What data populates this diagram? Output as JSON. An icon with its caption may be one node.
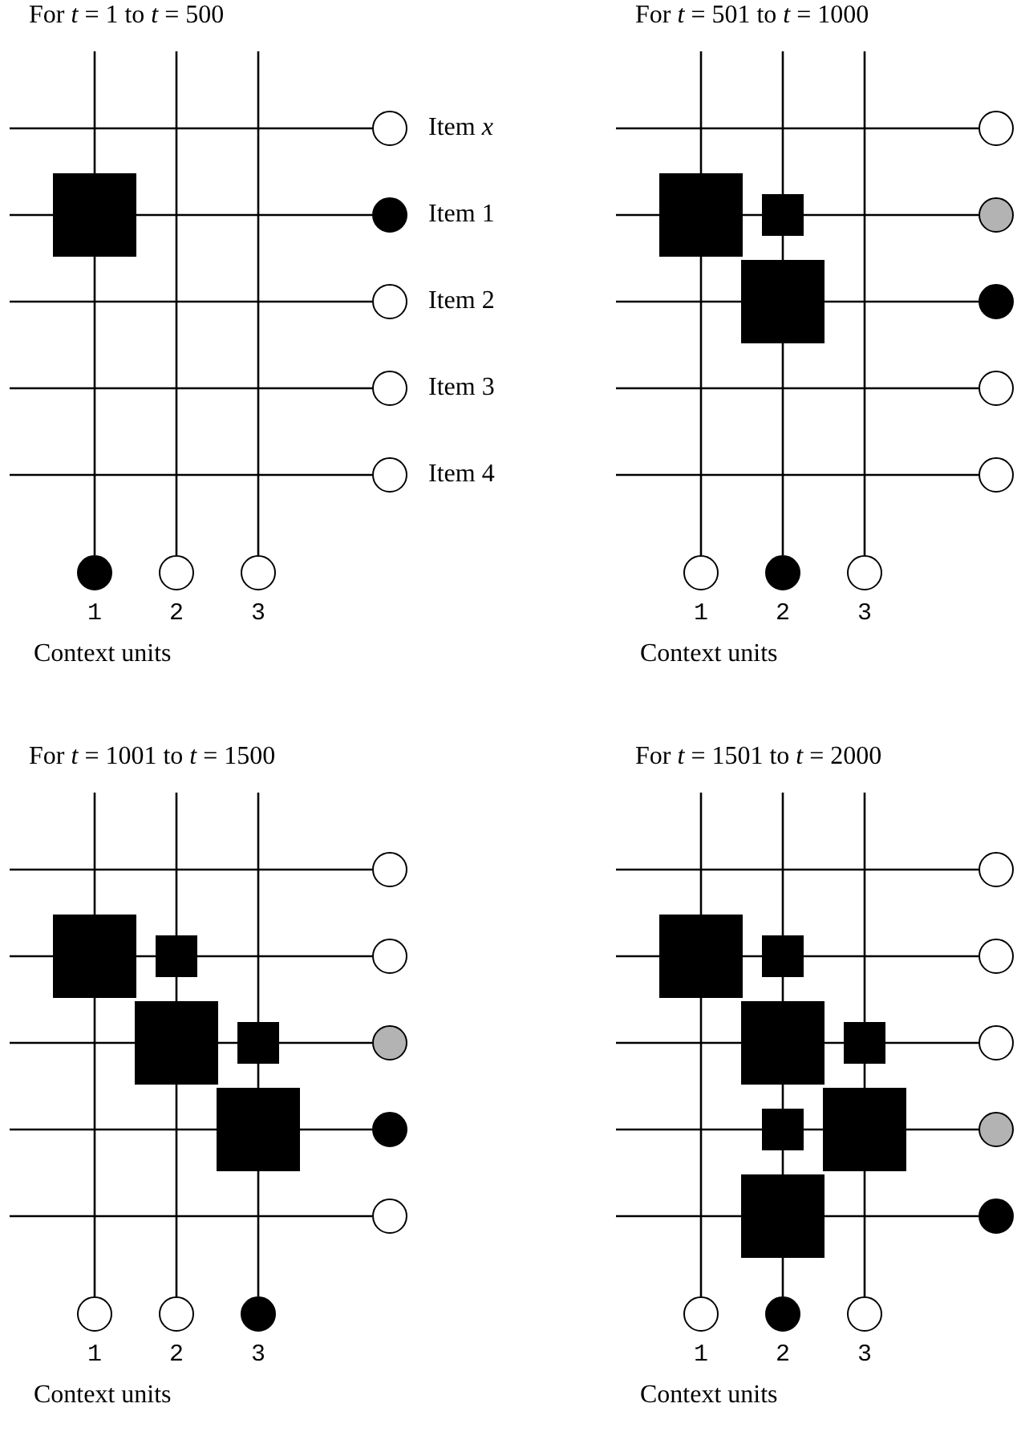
{
  "diagram": {
    "nodes": [
      {
        "text": [],
        "shape": "circle",
        "beside": [
          "Item *x*"
        ]
      },
      {
        "text": [],
        "shape": "circle",
        "beside": [
          "Item 1"
        ]
      },
      {
        "text": [],
        "shape": "circle",
        "beside": [
          "Item 2"
        ]
      },
      {
        "text": [],
        "shape": "circle",
        "beside": [
          "Item 3"
        ]
      },
      {
        "text": [],
        "shape": "circle",
        "beside": [
          "Item 4"
        ]
      },
      {
        "text": [],
        "shape": "circle",
        "beside": [
          "1"
        ]
      },
      {
        "text": [],
        "shape": "circle",
        "beside": [
          "2"
        ]
      },
      {
        "text": [],
        "shape": "circle",
        "beside": [
          "3"
        ]
      },
      {
        "text": [],
        "shape": "box"
      },
      {
        "text": [],
        "shape": "circle"
      },
      {
        "text": [],
        "shape": "circle"
      },
      {
        "text": [],
        "shape": "circle"
      },
      {
        "text": [],
        "shape": "circle"
      },
      {
        "text": [],
        "shape": "circle"
      },
      {
        "text": [],
        "shape": "circle",
        "beside": [
          "1"
        ]
      },
      {
        "text": [],
        "shape": "circle",
        "beside": [
          "2"
        ]
      },
      {
        "text": [],
        "shape": "circle",
        "beside": [
          "3"
        ]
      },
      {
        "text": [],
        "shape": "box"
      },
      {
        "text": [],
        "shape": "box"
      },
      {
        "text": [],
        "shape": "box"
      },
      {
        "text": [],
        "shape": "circle"
      },
      {
        "text": [],
        "shape": "circle"
      },
      {
        "text": [],
        "shape": "circle"
      },
      {
        "text": [],
        "shape": "circle"
      },
      {
        "text": [],
        "shape": "circle"
      },
      {
        "text": [],
        "shape": "circle",
        "beside": [
          "1"
        ]
      },
      {
        "text": [],
        "shape": "circle",
        "beside": [
          "2"
        ]
      },
      {
        "text": [],
        "shape": "circle",
        "beside": [
          "3"
        ]
      },
      {
        "text": [],
        "shape": "box"
      },
      {
        "text": [],
        "shape": "box"
      },
      {
        "text": [],
        "shape": "box"
      },
      {
        "text": [],
        "shape": "box"
      },
      {
        "text": [],
        "shape": "box"
      },
      {
        "text": [],
        "shape": "circle"
      },
      {
        "text": [],
        "shape": "circle"
      },
      {
        "text": [],
        "shape": "circle"
      },
      {
        "text": [],
        "shape": "circle"
      },
      {
        "text": [],
        "shape": "circle"
      },
      {
        "text": [],
        "shape": "circle",
        "beside": [
          "1"
        ]
      },
      {
        "text": [],
        "shape": "circle",
        "beside": [
          "2"
        ]
      },
      {
        "text": [],
        "shape": "circle",
        "beside": [
          "3"
        ]
      },
      {
        "text": [],
        "shape": "box"
      },
      {
        "text": [],
        "shape": "box"
      },
      {
        "text": [],
        "shape": "box"
      },
      {
        "text": [],
        "shape": "box"
      },
      {
        "text": [],
        "shape": "box"
      },
      {
        "text": [],
        "shape": "box"
      },
      {
        "text": [],
        "shape": "box"
      }
    ],
    "edges": [
      {
        "from": null,
        "to": 0,
        "arrow": "none"
      },
      {
        "from": null,
        "to": 1,
        "arrow": "none"
      },
      {
        "from": null,
        "to": 2,
        "arrow": "none"
      },
      {
        "from": null,
        "to": 3,
        "arrow": "none"
      },
      {
        "from": null,
        "to": 4,
        "arrow": "none"
      },
      {
        "from": null,
        "to": 5,
        "arrow": "none"
      },
      {
        "from": null,
        "to": 6,
        "arrow": "none"
      },
      {
        "from": null,
        "to": 7,
        "arrow": "none"
      },
      {
        "from": null,
        "to": 9,
        "arrow": "none"
      },
      {
        "from": null,
        "to": 10,
        "arrow": "none"
      },
      {
        "from": null,
        "to": 11,
        "arrow": "none"
      },
      {
        "from": null,
        "to": 12,
        "arrow": "none"
      },
      {
        "from": null,
        "to": 13,
        "arrow": "none"
      },
      {
        "from": null,
        "to": 14,
        "arrow": "none"
      },
      {
        "from": null,
        "to": 15,
        "arrow": "none"
      },
      {
        "from": null,
        "to": 16,
        "arrow": "none"
      },
      {
        "from": null,
        "to": 20,
        "arrow": "none"
      },
      {
        "from": null,
        "to": 21,
        "arrow": "none"
      },
      {
        "from": null,
        "to": 22,
        "arrow": "none"
      },
      {
        "from": null,
        "to": 23,
        "arrow": "none"
      },
      {
        "from": null,
        "to": 24,
        "arrow": "none"
      },
      {
        "from": null,
        "to": 25,
        "arrow": "none"
      },
      {
        "from": null,
        "to": 26,
        "arrow": "none"
      },
      {
        "from": null,
        "to": 27,
        "arrow": "none"
      },
      {
        "from": null,
        "to": 33,
        "arrow": "none"
      },
      {
        "from": null,
        "to": 34,
        "arrow": "none"
      },
      {
        "from": null,
        "to": 35,
        "arrow": "none"
      },
      {
        "from": null,
        "to": 36,
        "arrow": "none"
      },
      {
        "from": null,
        "to": 37,
        "arrow": "none"
      },
      {
        "from": null,
        "to": 38,
        "arrow": "none"
      },
      {
        "from": null,
        "to": 39,
        "arrow": "none"
      },
      {
        "from": null,
        "to": 40,
        "arrow": "none"
      }
    ],
    "labels": [
      "For *t* = 1 to *t* = 500",
      "For *t* = 501 to *t* = 1000",
      "Context units",
      "Context units",
      "For *t* = 1001 to *t* = 1500",
      "For *t* = 1501 to *t* = 2000",
      "Context units",
      "Context units"
    ]
  }
}
